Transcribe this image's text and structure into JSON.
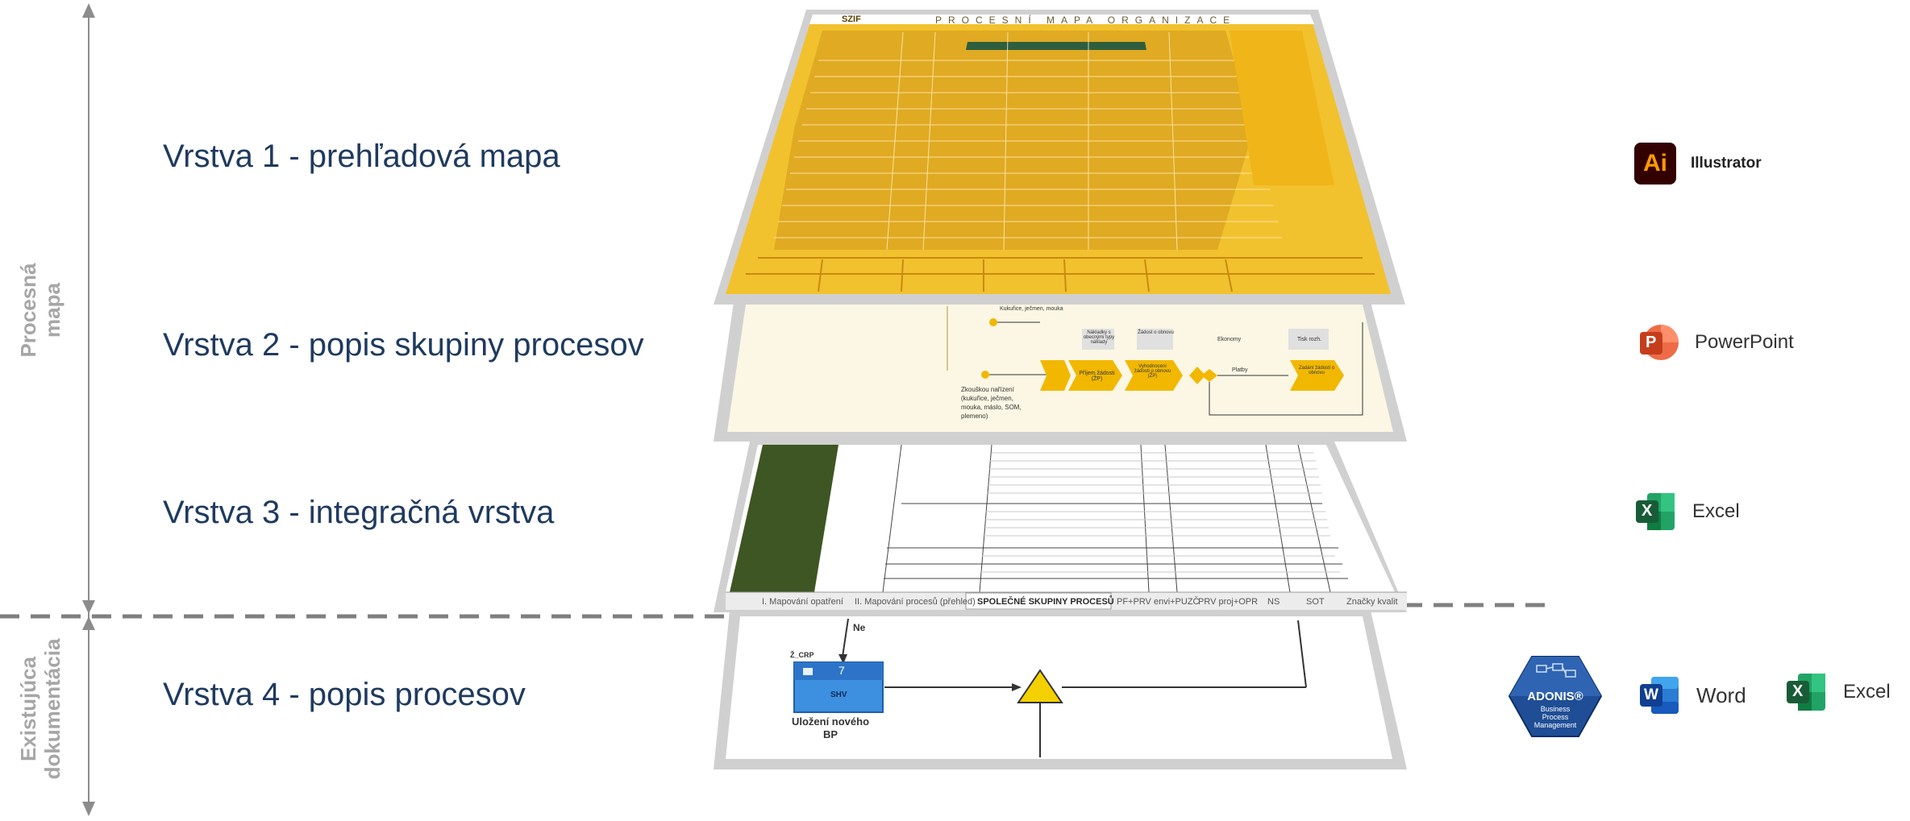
{
  "axis": {
    "upper_group_label_line1": "Procesná",
    "upper_group_label_line2": "mapa",
    "lower_group_label_line1": "Existujúca",
    "lower_group_label_line2": "dokumentácia"
  },
  "layers": [
    {
      "label": "Vrstva 1 - prehľadová mapa"
    },
    {
      "label": "Vrstva 2 - popis skupiny procesov"
    },
    {
      "label": "Vrstva 3 - integračná vrstva"
    },
    {
      "label": "Vrstva 4 - popis procesov"
    }
  ],
  "tools": {
    "layer1": {
      "icon": "illustrator-icon",
      "icon_text": "Ai",
      "name": "Illustrator"
    },
    "layer2": {
      "icon": "powerpoint-icon",
      "icon_text": "P",
      "name": "PowerPoint"
    },
    "layer3": {
      "icon": "excel-icon",
      "icon_text": "X",
      "name": "Excel"
    },
    "layer4": [
      {
        "icon": "adonis-logo",
        "name": "ADONIS®",
        "subtitle_line1": "Business",
        "subtitle_line2": "Process",
        "subtitle_line3": "Management"
      },
      {
        "icon": "word-icon",
        "icon_text": "W",
        "name": "Word"
      },
      {
        "icon": "excel-icon",
        "icon_text": "X",
        "name": "Excel"
      }
    ]
  },
  "slide1": {
    "brand": "SZIF",
    "title": "PROCESNÍ MAPA ORGANIZACE"
  },
  "slide2": {
    "note_left": "Zkouškou nařízení",
    "note_left_detail": "(kukuřice, ječmen, mouka, máslo, SOM, plemeno)",
    "top_label": "Kukuřice, ječmen, mouka",
    "box1": "Nákladky s obecnými typy náklady",
    "box2": "Příjem žádosti (ŽP)",
    "box3": "Žádost o obnovu",
    "box4": "Vyhodnocení žádosti o obnovu (ŽP)",
    "box5": "Platby",
    "right_box": "Zadání žádosti o obnovu",
    "side_text": "Ekonomy",
    "vpravo": "Tisk rozh."
  },
  "slide3": {
    "tabs": [
      "I. Mapování opatření",
      "II. Mapování procesů (přehled)",
      "SPOLEČNÉ SKUPINY PROCESŮ",
      "PF+PRV envi+PUZČ",
      "PRV proj+OPR",
      "NS",
      "SOT",
      "Značky kvalit"
    ],
    "active_tab": 2
  },
  "slide4": {
    "edge_label": "Ne",
    "task_header": "Ž_CRP",
    "task_number": "7",
    "task_role": "SHV",
    "task_caption_line1": "Uložení nového",
    "task_caption_line2": "BP"
  }
}
